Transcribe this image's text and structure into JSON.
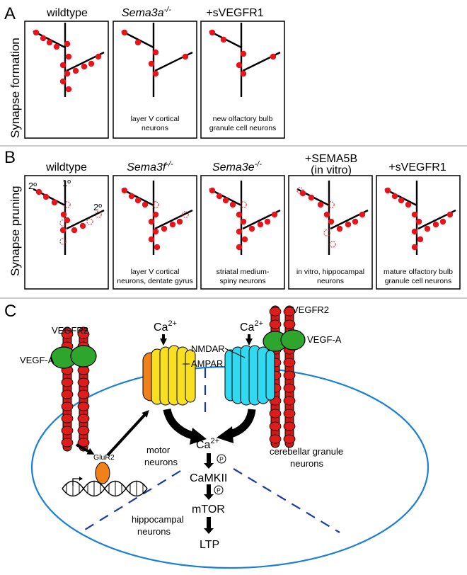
{
  "panel_a": {
    "label": "A",
    "side_label": "Synapse formation",
    "titles": [
      "wildtype",
      "Sema3a",
      "+sVEGFR1"
    ],
    "sema3a_sup": "-/-",
    "captions": [
      [
        "",
        ""
      ],
      [
        "layer V cortical",
        "neurons"
      ],
      [
        "new olfactory bulb",
        "granule cell neurons"
      ]
    ]
  },
  "panel_b": {
    "label": "B",
    "side_label": "Synapse pruning",
    "titles": [
      "wildtype",
      "Sema3f",
      "Sema3e",
      "+SEMA5B",
      "+sVEGFR1"
    ],
    "title_extra": "(in vitro)",
    "sema3f_sup": "-/-",
    "sema3e_sup": "-/-",
    "branch_primary": "1º",
    "branch_secondary": "2º",
    "captions": [
      [
        "",
        ""
      ],
      [
        "layer V cortical",
        "neurons, dentate gyrus"
      ],
      [
        "striatal medium-",
        "spiny neurons"
      ],
      [
        "in vitro, hippocampal",
        "neurons"
      ],
      [
        "mature olfactory bulb",
        "granule cell neurons"
      ]
    ]
  },
  "panel_c": {
    "label": "C",
    "ca": "Ca",
    "ca_sup": "2+",
    "vegfr2": "VEGFR2",
    "vegfa": "VEGF-A",
    "nmdar": "NMDAR",
    "ampar": "AMPAR",
    "glur2": "GluR2",
    "motor": [
      "motor",
      "neurons"
    ],
    "cerebellar": [
      "cerebellar granule",
      "neurons"
    ],
    "hippocampal": [
      "hippocampal",
      "neurons"
    ],
    "cascade": [
      "CaMKII",
      "mTOR",
      "LTP"
    ],
    "phospho": "P"
  },
  "colors": {
    "synapse": "#e8141c",
    "receptor_red": "#dd1c1c",
    "vegf_green": "#2ea62e",
    "ampar_yellow": "#f8e020",
    "ampar_orange": "#f08018",
    "nmdar_cyan": "#30d8f0",
    "membrane_blue": "#1a7fd6",
    "division_blue": "#1a3aa8"
  }
}
